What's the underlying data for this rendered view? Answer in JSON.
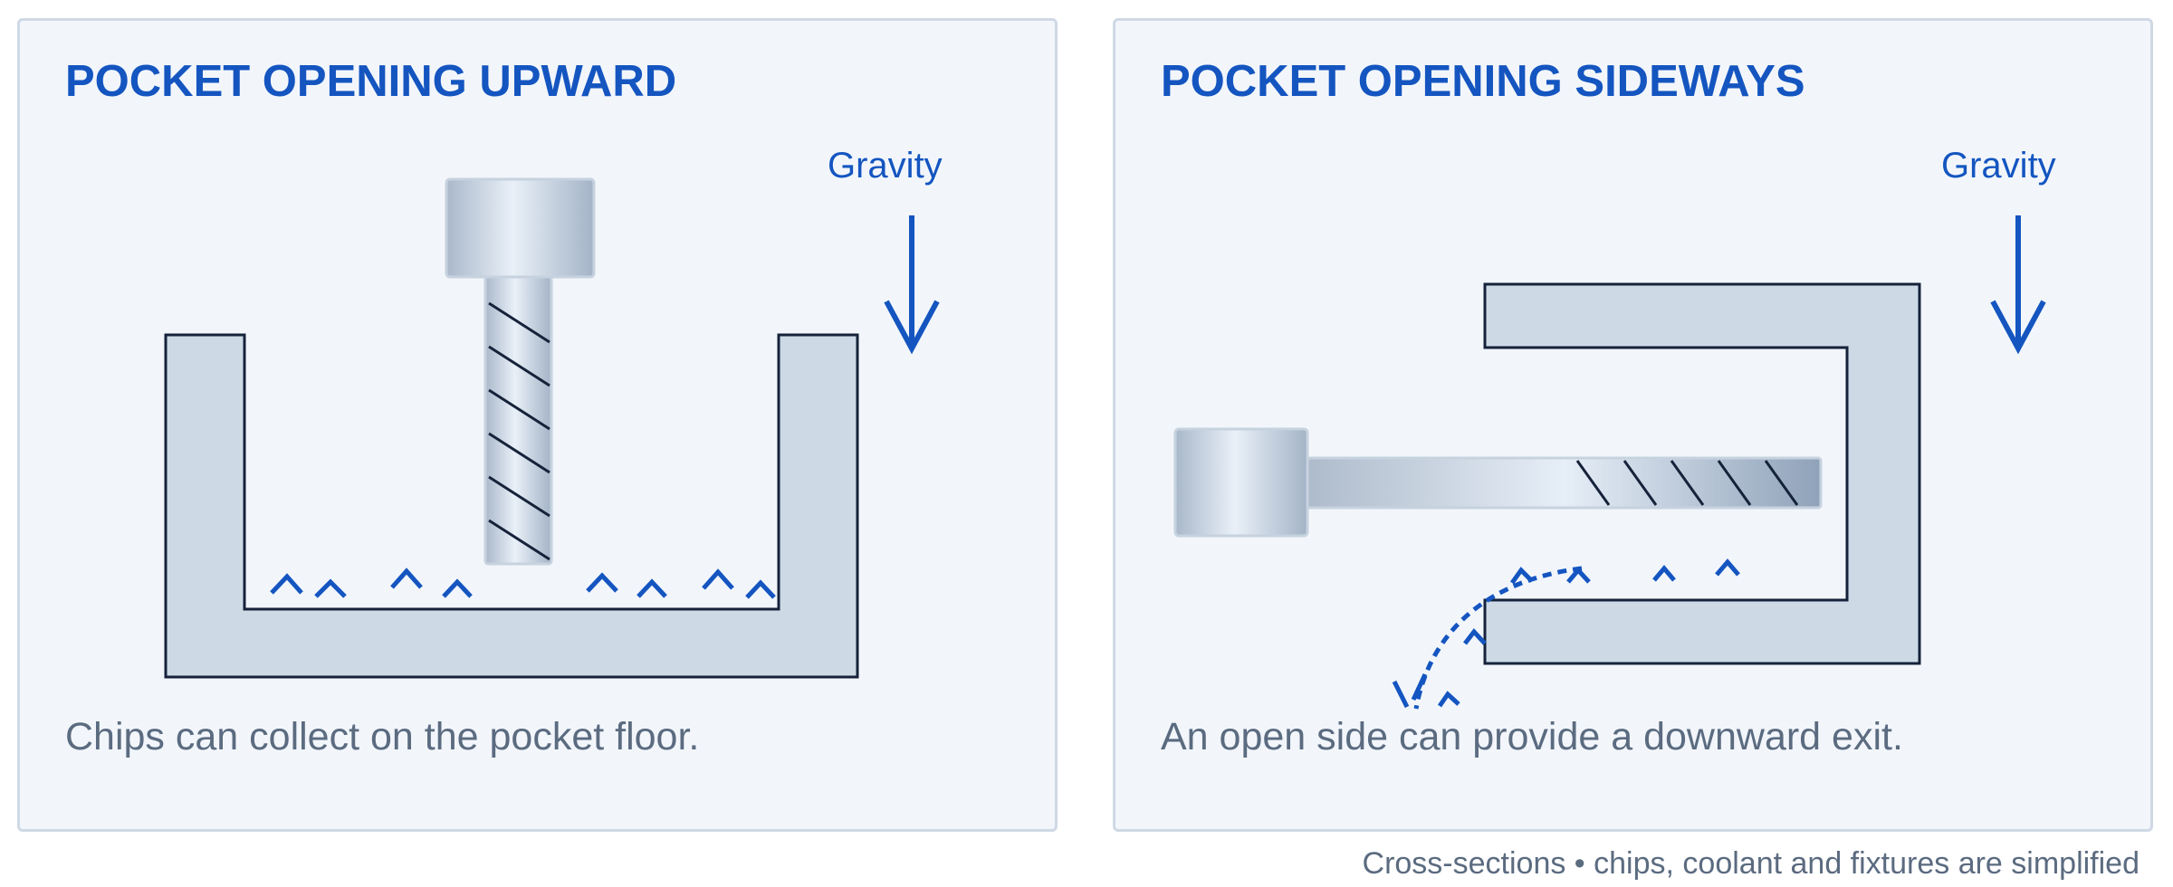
{
  "panels": {
    "left": {
      "title": "POCKET OPENING UPWARD",
      "gravity_label": "Gravity",
      "caption": "Chips can collect on the pocket floor."
    },
    "right": {
      "title": "POCKET OPENING SIDEWAYS",
      "gravity_label": "Gravity",
      "caption": "An open side can provide a downward exit."
    }
  },
  "footnote": "Cross-sections • chips, coolant and fixtures are simplified",
  "colors": {
    "accent": "#1455c0",
    "workpiece_fill": "#cdd9e5",
    "outline": "#15223a",
    "panel_bg": "#f2f6fb",
    "caption_text": "#5b6b80"
  }
}
